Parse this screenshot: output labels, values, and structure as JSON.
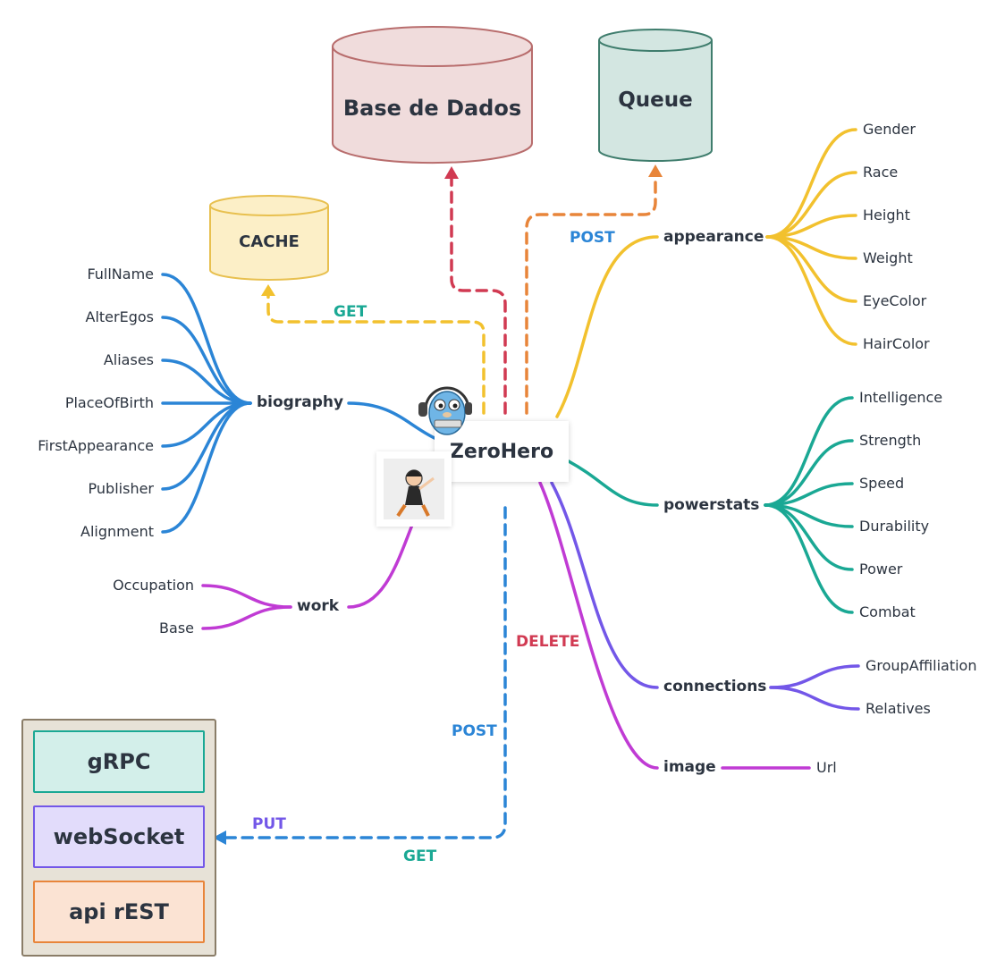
{
  "center": {
    "label": "ZeroHero"
  },
  "stores": {
    "database": "Base de Dados",
    "queue": "Queue",
    "cache": "CACHE"
  },
  "api_labels": {
    "get_cache": "GET",
    "post_queue": "POST",
    "delete": "DELETE",
    "post_bottom": "POST",
    "put": "PUT",
    "get_bottom": "GET"
  },
  "branches": {
    "biography": {
      "label": "biography",
      "color": "#2b85d6",
      "items": [
        "FullName",
        "AlterEgos",
        "Aliases",
        "PlaceOfBirth",
        "FirstAppearance",
        "Publisher",
        "Alignment"
      ]
    },
    "work": {
      "label": "work",
      "color": "#c03bd4",
      "items": [
        "Occupation",
        "Base"
      ]
    },
    "appearance": {
      "label": "appearance",
      "color": "#f2c12e",
      "items": [
        "Gender",
        "Race",
        "Height",
        "Weight",
        "EyeColor",
        "HairColor"
      ]
    },
    "powerstats": {
      "label": "powerstats",
      "color": "#1aa894",
      "items": [
        "Intelligence",
        "Strength",
        "Speed",
        "Durability",
        "Power",
        "Combat"
      ]
    },
    "connections": {
      "label": "connections",
      "color": "#7357e8",
      "items": [
        "GroupAffiliation",
        "Relatives"
      ]
    },
    "image": {
      "label": "image",
      "color": "#c03bd4",
      "items": [
        "Url"
      ]
    }
  },
  "protocols": {
    "grpc": "gRPC",
    "websocket": "webSocket",
    "rest": "api rEST"
  },
  "colors": {
    "database_fill": "#f0dcdc",
    "database_stroke": "#b86d6d",
    "queue_fill": "#d3e6e1",
    "queue_stroke": "#3f7d6d",
    "cache_fill": "#fcefc7",
    "cache_stroke": "#e8c04f",
    "get_green": "#1aa894",
    "post_blue": "#2b85d6",
    "delete_red": "#d13a52",
    "put_purple": "#7357e8",
    "dash_red": "#d13a52",
    "dash_orange": "#e8853a",
    "dash_yellow": "#f2c12e",
    "dash_blue": "#2b85d6"
  }
}
